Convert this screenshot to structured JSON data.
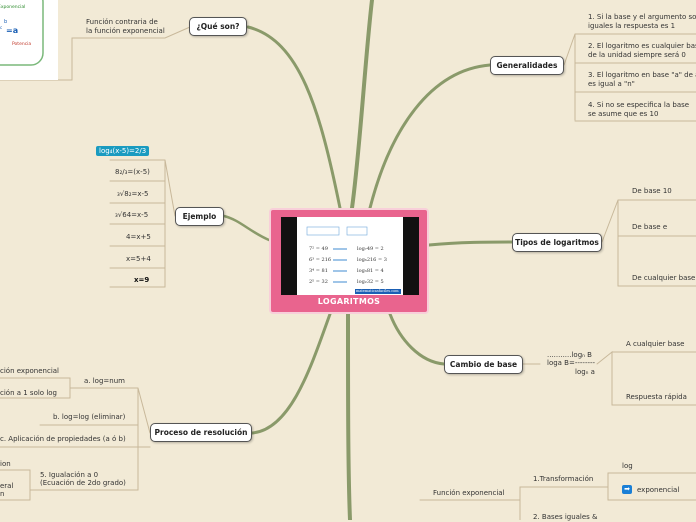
{
  "colors": {
    "background": "#f2ead6",
    "branch": "#8a9a6a",
    "central": "#e9648e",
    "highlight": "#1a9bc0"
  },
  "central": {
    "title": "LOGARITMOS",
    "image_lines": [
      {
        "left": "7² = 49",
        "right": "log₇49 = 2"
      },
      {
        "left": "6³ = 216",
        "right": "log₆216 = 3"
      },
      {
        "left": "3⁴ = 81",
        "right": "log₃81 = 4"
      },
      {
        "left": "2⁵ = 32",
        "right": "log₂32 = 5"
      }
    ],
    "image_footer": "matematicasfaciles.com"
  },
  "thumb": {
    "labels": [
      "Exponencial",
      "b",
      "c",
      "=a",
      "Potencia"
    ]
  },
  "que_son": {
    "label": "¿Qué son?",
    "desc": [
      "Función contraria de",
      "la función exponencial"
    ]
  },
  "generalidades": {
    "label": "Generalidades",
    "items": [
      [
        "1. Si la base y el argumento son",
        "iguales la respuesta es 1"
      ],
      [
        "2. El logaritmo es cualquier base",
        "de la unidad siempre será 0"
      ],
      [
        "3. El logaritmo en base \"a\" de a",
        "es igual a \"n\""
      ],
      [
        "4. Si no se especifica la base",
        "se asume que es 10"
      ]
    ]
  },
  "tipos": {
    "label": "Tipos de logaritmos",
    "items": [
      "De base 10",
      "De base e",
      "De cualquier base"
    ]
  },
  "cambio": {
    "label": "Cambio de base",
    "formula": {
      "top": "...........logₙ B",
      "mid": "loga B=--------",
      "bottom": "logₙ a"
    },
    "items": [
      "A cualquier base",
      "Respuesta rápida"
    ]
  },
  "ejemplo": {
    "label": "Ejemplo",
    "steps": [
      "log₄(x-5)=2/3",
      "8₂/₃=(x-5)",
      "₃√8₂=x-5",
      "₃√64=x-5",
      "4=x+5",
      "x=5+4",
      "x=9"
    ]
  },
  "proceso": {
    "label": "Proceso de resolución",
    "items": [
      "a. log=num",
      "b. log=log (eliminar)",
      "c. Aplicación de propiedades (a ó b)",
      [
        "5. Igualación a 0",
        "(Ecuación de 2do grado)"
      ]
    ],
    "subitems": [
      "ción exponencial",
      "ción a 1 solo log",
      "ion",
      "eral",
      "n"
    ]
  },
  "funcion": {
    "label": "Función exponencial",
    "items": [
      "1.Transformación",
      "2. Bases iguales &"
    ],
    "subitems": [
      "log",
      "exponencial"
    ]
  }
}
